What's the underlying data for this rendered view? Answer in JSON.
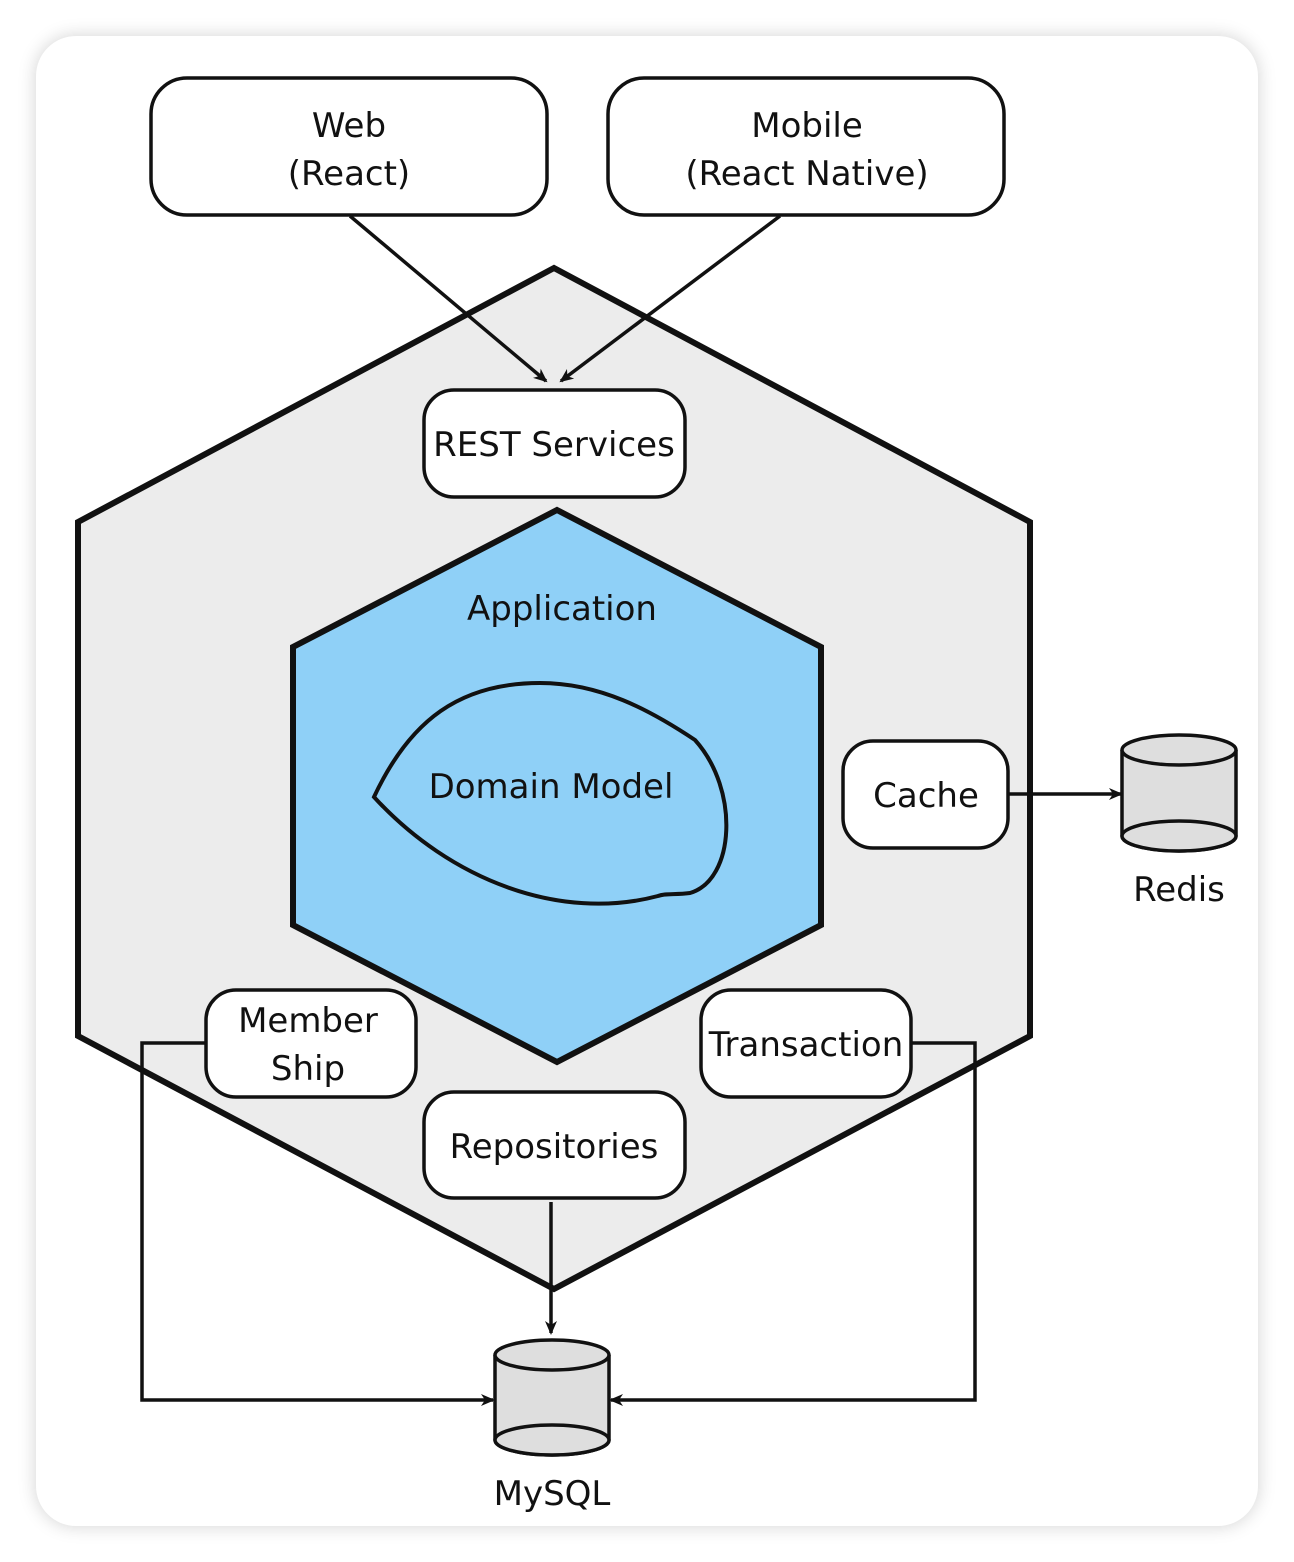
{
  "nodes": {
    "web": {
      "line1": "Web",
      "line2": "(React)"
    },
    "mobile": {
      "line1": "Mobile",
      "line2": "(React Native)"
    },
    "rest": {
      "label": "REST Services"
    },
    "application": {
      "label": "Application"
    },
    "domain_model": {
      "label": "Domain Model"
    },
    "cache": {
      "label": "Cache"
    },
    "redis": {
      "label": "Redis"
    },
    "membership": {
      "line1": "Member",
      "line2": "Ship"
    },
    "transaction": {
      "label": "Transaction"
    },
    "repositories": {
      "label": "Repositories"
    },
    "mysql": {
      "label": "MySQL"
    }
  },
  "colors": {
    "outer_hexagon_fill": "#ececec",
    "application_fill": "#8fd0f7",
    "database_fill": "#dedede",
    "stroke": "#111111",
    "node_fill": "#ffffff"
  }
}
